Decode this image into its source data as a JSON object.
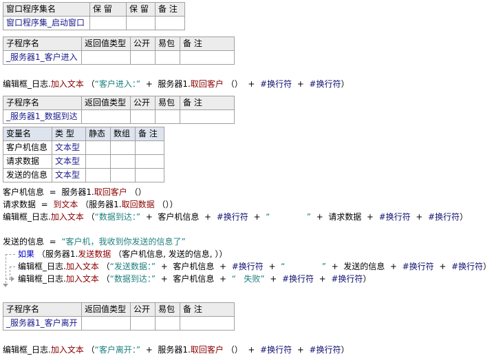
{
  "window_table": {
    "headers": [
      "窗口程序集名",
      "保 留",
      "保 留",
      "备 注"
    ],
    "row": [
      "窗口程序集_启动窗口",
      "",
      "",
      ""
    ]
  },
  "sub1": {
    "headers": [
      "子程序名",
      "返回值类型",
      "公开",
      "易包",
      "备 注"
    ],
    "row": [
      "_服务器1_客户进入",
      "",
      "",
      "",
      ""
    ],
    "code": [
      {
        "obj": "编辑框_日志.",
        "meth": "加入文本",
        "open": " （",
        "str1": "“客户进入：”",
        "rest1": "  +  服务器1.",
        "meth2": "取回客户",
        "rest2": " （）  +  ",
        "c1": "#换行符",
        "plus": "  +  ",
        "c2": "#换行符",
        "close": "）"
      }
    ]
  },
  "sub2": {
    "headers": [
      "子程序名",
      "返回值类型",
      "公开",
      "易包",
      "备 注"
    ],
    "row": [
      "_服务器1_数据到达",
      "",
      "",
      "",
      ""
    ],
    "var_headers": [
      "变量名",
      "类 型",
      "静态",
      "数组",
      "备 注"
    ],
    "vars": [
      {
        "name": "客户机信息",
        "type": "文本型"
      },
      {
        "name": "请求数据",
        "type": "文本型"
      },
      {
        "name": "发送的信息",
        "type": "文本型"
      }
    ],
    "lines": {
      "l1_a": "客户机信息  =  服务器1.",
      "l1_m": "取回客户",
      "l1_b": " （）",
      "l2_a": "请求数据  =  ",
      "l2_m": "到文本",
      "l2_b": " （服务器1.",
      "l2_m2": "取回数据",
      "l2_c": " （））",
      "l3_obj": "编辑框_日志.",
      "l3_m": "加入文本",
      "l3_open": " （",
      "l3_s1": "“数据到达：”",
      "l3_r1": "  +  客户机信息  +  ",
      "l3_c1": "#换行符",
      "l3_r2": "  +  ",
      "l3_s2": "“              ”",
      "l3_r3": "  +  请求数据  +  ",
      "l3_c2": "#换行符",
      "l3_r4": "  +  ",
      "l3_c3": "#换行符",
      "l3_close": "）",
      "l4_a": "发送的信息  =  ",
      "l4_s": "“客户机，我收到你发送的信息了”",
      "l5_kw": "如果",
      "l5_a": " （服务器1.",
      "l5_m": "发送数据",
      "l5_b": " （客户机信息, 发送的信息, ））",
      "l6_obj": "编辑框_日志.",
      "l6_m": "加入文本",
      "l6_open": " （",
      "l6_s1": "“发送数据：”",
      "l6_r1": "  +  客户机信息  +  ",
      "l6_c1": "#换行符",
      "l6_r2": "  +  ",
      "l6_s2": "“              ”",
      "l6_r3": "  +  发送的信息  +  ",
      "l6_c2": "#换行符",
      "l6_r4": "  +  ",
      "l6_c3": "#换行符",
      "l6_close": "）",
      "l7_obj": "编辑框_日志.",
      "l7_m": "加入文本",
      "l7_open": " （",
      "l7_s1": "“数据到达：”",
      "l7_r1": "  +  客户机信息  +  ",
      "l7_s2": "“   失败”",
      "l7_r2": "  +  ",
      "l7_c1": "#换行符",
      "l7_r3": "  +  ",
      "l7_c2": "#换行符",
      "l7_close": "）"
    }
  },
  "sub3": {
    "headers": [
      "子程序名",
      "返回值类型",
      "公开",
      "易包",
      "备 注"
    ],
    "row": [
      "_服务器1_客户离开",
      "",
      "",
      "",
      ""
    ],
    "code": [
      {
        "obj": "编辑框_日志.",
        "meth": "加入文本",
        "open": " （",
        "str1": "“客户离开：”",
        "rest1": "  +  服务器1.",
        "meth2": "取回客户",
        "rest2": " （）  +  ",
        "c1": "#换行符",
        "plus": "  +  ",
        "c2": "#换行符",
        "close": "）"
      }
    ]
  }
}
